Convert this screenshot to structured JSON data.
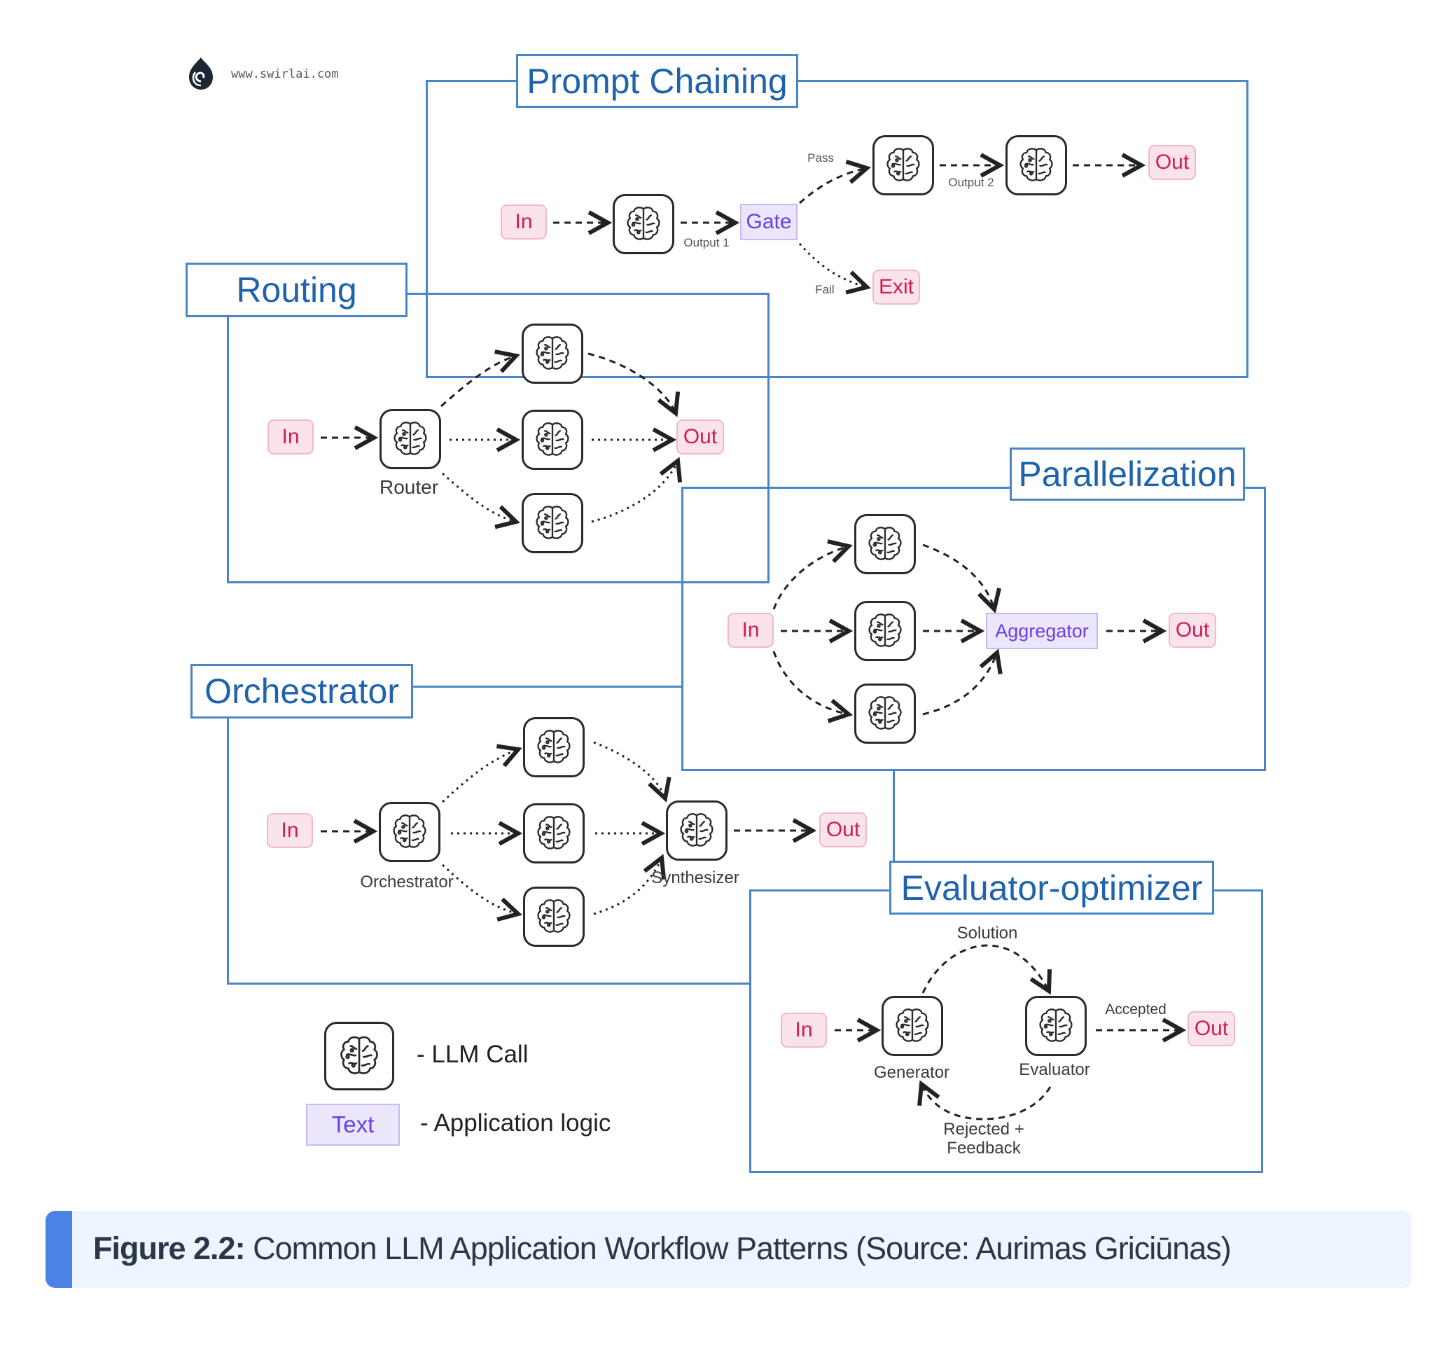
{
  "watermark": {
    "logo_icon": "swirl-logo-icon",
    "text": "www.swirlai.com"
  },
  "sections": {
    "prompt_chaining": {
      "title": "Prompt Chaining",
      "in": "In",
      "gate": "Gate",
      "out": "Out",
      "exit": "Exit",
      "labels": {
        "pass": "Pass",
        "output1": "Output 1",
        "output2": "Output 2",
        "fail": "Fail"
      }
    },
    "routing": {
      "title": "Routing",
      "in": "In",
      "out": "Out",
      "labels": {
        "router": "Router"
      }
    },
    "parallelization": {
      "title": "Parallelization",
      "in": "In",
      "aggregator": "Aggregator",
      "out": "Out"
    },
    "orchestrator": {
      "title": "Orchestrator",
      "in": "In",
      "out": "Out",
      "labels": {
        "orchestrator": "Orchestrator",
        "synthesizer": "Synthesizer"
      }
    },
    "evaluator_optimizer": {
      "title": "Evaluator-optimizer",
      "in": "In",
      "out": "Out",
      "labels": {
        "solution": "Solution",
        "generator": "Generator",
        "evaluator": "Evaluator",
        "accepted": "Accepted",
        "rejected_line1": "Rejected +",
        "rejected_line2": "Feedback"
      }
    }
  },
  "legend": {
    "llm_icon": "brain-icon",
    "llm_label": "- LLM Call",
    "logic_sample": "Text",
    "logic_label": "- Application logic"
  },
  "caption": {
    "label": "Figure 2.2:",
    "text": " Common LLM Application Workflow Patterns (Source: Aurimas Griciūnas)"
  },
  "colors": {
    "frame_blue": "#4a86c5",
    "title_blue": "#1f63ad",
    "pill_pink_bg": "#fbe3ea",
    "pill_pink_text": "#d01c5b",
    "logic_lavender_bg": "#ece6fd",
    "logic_purple_text": "#6a3fe0",
    "caption_bg": "#eef5ff",
    "caption_accent": "#4a82e6"
  }
}
